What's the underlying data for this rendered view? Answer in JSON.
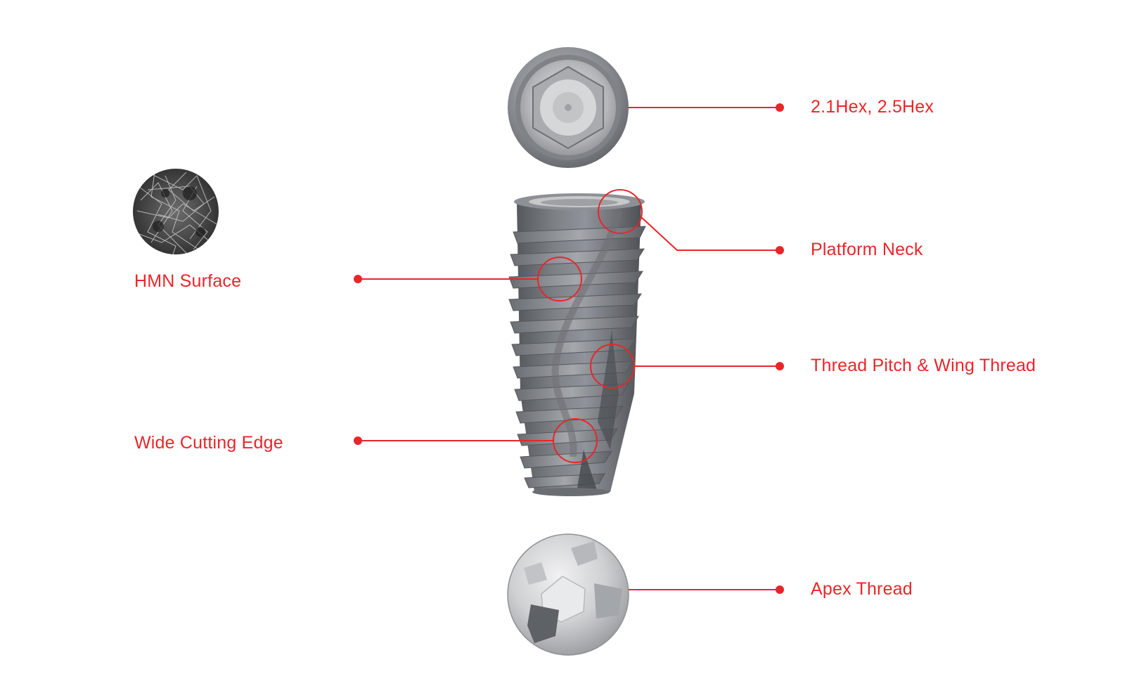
{
  "labels": {
    "hex": "2.1Hex, 2.5Hex",
    "platform_neck": "Platform Neck",
    "thread_pitch": "Thread Pitch & Wing Thread",
    "apex_thread": "Apex Thread",
    "hmn_surface": "HMN Surface",
    "wide_cutting_edge": "Wide Cutting Edge"
  },
  "colors": {
    "accent": "#e8262a",
    "metal_dark": "#5c5f63",
    "metal_mid": "#8a8d91",
    "metal_light": "#c9cbcd",
    "background": "#ffffff"
  }
}
